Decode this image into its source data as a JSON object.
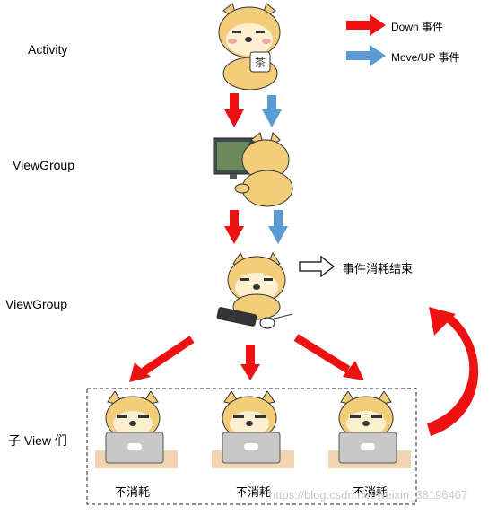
{
  "colors": {
    "down": "#ee1111",
    "move_up": "#5b9bd5",
    "dog_fur": "#f3cd7a",
    "dog_face": "#fdf0d0",
    "laptop": "#c8c8c8",
    "desk": "#f0d5b0",
    "dashed_border": "#222222"
  },
  "legend": {
    "down_label": "Down 事件",
    "move_up_label": "Move/UP 事件"
  },
  "labels": {
    "activity": "Activity",
    "viewgroup_1": "ViewGroup",
    "viewgroup_2": "ViewGroup",
    "child_view": "子 View 们"
  },
  "consume_note": "事件消耗结束",
  "children": [
    {
      "label": "不消耗"
    },
    {
      "label": "不消耗"
    },
    {
      "label": "不消耗"
    }
  ],
  "watermark": "https://blog.csdn.net/weixin_38196407",
  "icons": {
    "dog_activity": "doge-holding-tea-cup",
    "dog_viewgroup_1": "doge-at-computer-back-view",
    "dog_viewgroup_2": "doge-with-keyboard-and-mouse",
    "dog_child": "doge-behind-laptop",
    "tea_cup_char": "茶"
  }
}
